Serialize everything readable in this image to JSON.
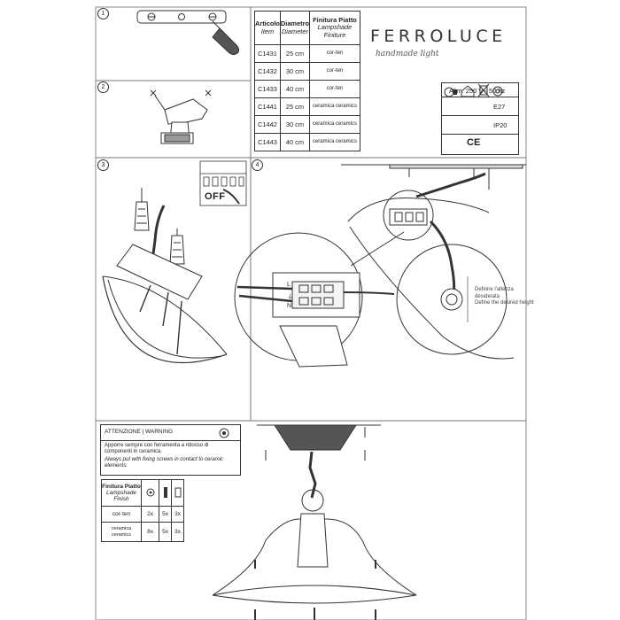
{
  "brand": {
    "name": "FERROLUCE",
    "tagline": "handmade light"
  },
  "steps": [
    "1",
    "2",
    "3",
    "4"
  ],
  "product_table": {
    "headers": [
      {
        "main": "Articolo",
        "sub": "Item"
      },
      {
        "main": "Diametro",
        "sub": "Diameter"
      },
      {
        "main": "Finitura Piatto",
        "sub": "Lampshade Finiture"
      }
    ],
    "rows": [
      {
        "item": "C1431",
        "diameter": "25 cm",
        "finish": "cor-ten"
      },
      {
        "item": "C1432",
        "diameter": "30 cm",
        "finish": "cor-ten"
      },
      {
        "item": "C1433",
        "diameter": "40 cm",
        "finish": "cor-ten"
      },
      {
        "item": "C1441",
        "diameter": "25 cm",
        "finish": "ceramica ceramics"
      },
      {
        "item": "C1442",
        "diameter": "30 cm",
        "finish": "ceramica ceramics"
      },
      {
        "item": "C1443",
        "diameter": "40 cm",
        "finish": "ceramica ceramics"
      }
    ]
  },
  "specs": {
    "power": "Alim. 250 V - 50 hz",
    "bulb_icon": "bulb-icon",
    "bulb": "E27",
    "house_icon": "house-icon",
    "protection": "IP20",
    "marks": "CE"
  },
  "step3": {
    "off_label": "OFF"
  },
  "step4": {
    "annotation_it": "Definire l'altezza desiderata",
    "annotation_en": "Define the desired height",
    "terminal_labels": [
      "L",
      "⏚",
      "N"
    ]
  },
  "warning": {
    "title": "ATTENZIONE | WARNING",
    "text_it": "Apporre sempre con ferramenta a ridosso di componenti in ceramica.",
    "text_en": "Always put with fixing screws in contact to ceramic elements."
  },
  "qty_table": {
    "header": {
      "main": "Finitura Piatto",
      "sub": "Lampshade Finish"
    },
    "rows": [
      {
        "finish": "cor-ten",
        "a": "2x",
        "b": "5x",
        "c": "3x"
      },
      {
        "finish": "ceramica ceramics",
        "a": "8x",
        "b": "5x",
        "c": "3x"
      }
    ]
  }
}
